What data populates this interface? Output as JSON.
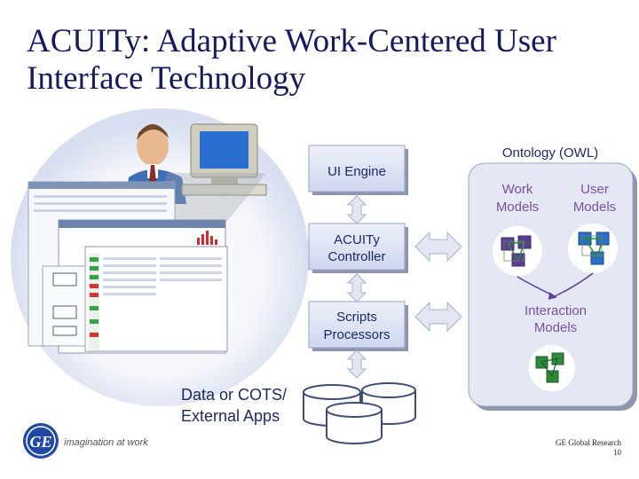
{
  "slide": {
    "title_line1": "ACUITy: Adaptive Work-Centered User",
    "title_line2": "Interface Technology"
  },
  "stack": {
    "ui_engine": "UI Engine",
    "controller_line1": "ACUITy",
    "controller_line2": "Controller",
    "scripts_line1": "Scripts",
    "scripts_line2": "Processors"
  },
  "data": {
    "line1": "Data or COTS/",
    "line2": "External Apps"
  },
  "ontology": {
    "title": "Ontology (OWL)",
    "work_line1": "Work",
    "work_line2": "Models",
    "user_line1": "User",
    "user_line2": "Models",
    "interaction_line1": "Interaction",
    "interaction_line2": "Models"
  },
  "brand": {
    "logo_text": "GE",
    "tagline": "imagination at work",
    "footer_line1": "GE Global Research",
    "page_number": "10"
  },
  "colors": {
    "title": "#141a5c",
    "box_fill": "#dde3f3",
    "box_text": "#1b2a63",
    "model_text": "#7c4fa0",
    "ontology_fill": "#e4e8f4",
    "arrow_fill": "#e3e7f4",
    "ge_blue": "#1f49a5"
  }
}
